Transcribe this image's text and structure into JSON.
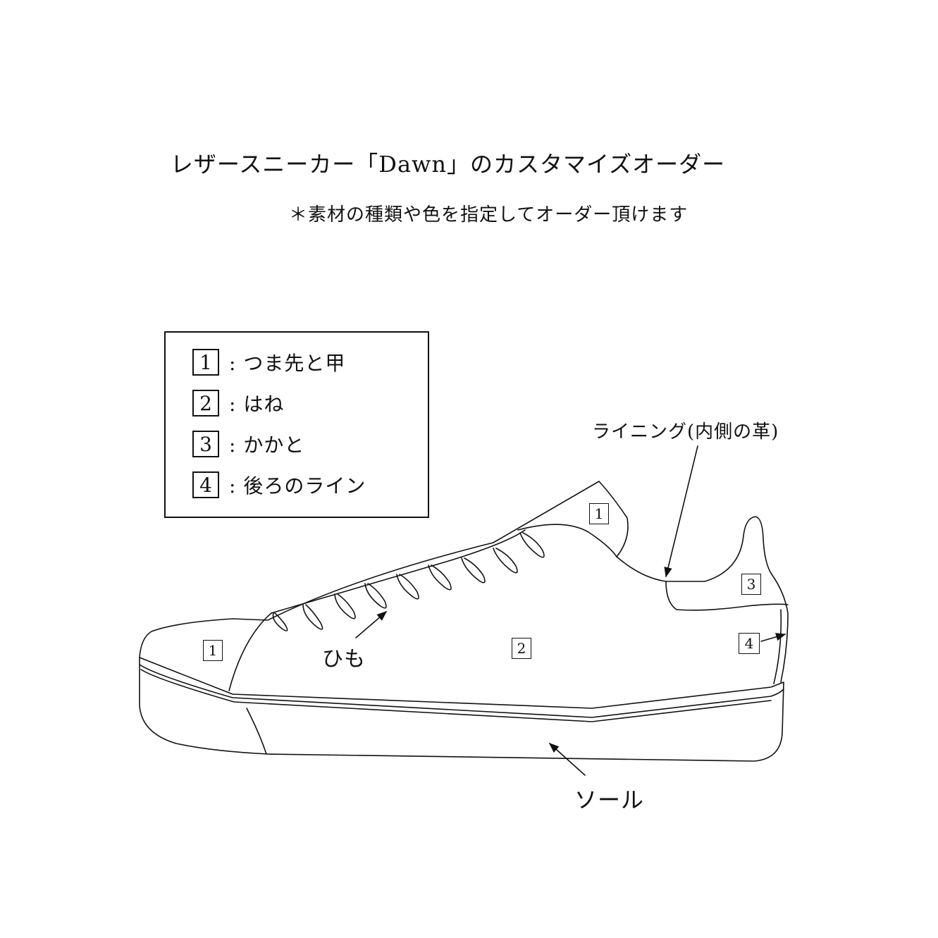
{
  "header": {
    "title": "レザースニーカー「Dawn」のカスタマイズオーダー",
    "subtitle": "＊素材の種類や色を指定してオーダー頂けます"
  },
  "legend": [
    {
      "number": "1",
      "text": ": つま先と甲"
    },
    {
      "number": "2",
      "text": ": はね"
    },
    {
      "number": "3",
      "text": ": かかと"
    },
    {
      "number": "4",
      "text": ": 後ろのライン"
    }
  ],
  "callouts": {
    "lining": "ライニング(内側の革)",
    "laces": "ひも",
    "sole": "ソール"
  },
  "tags": {
    "toe": "1",
    "instep": "1",
    "vamp": "2",
    "heel": "3",
    "back_line": "4"
  }
}
